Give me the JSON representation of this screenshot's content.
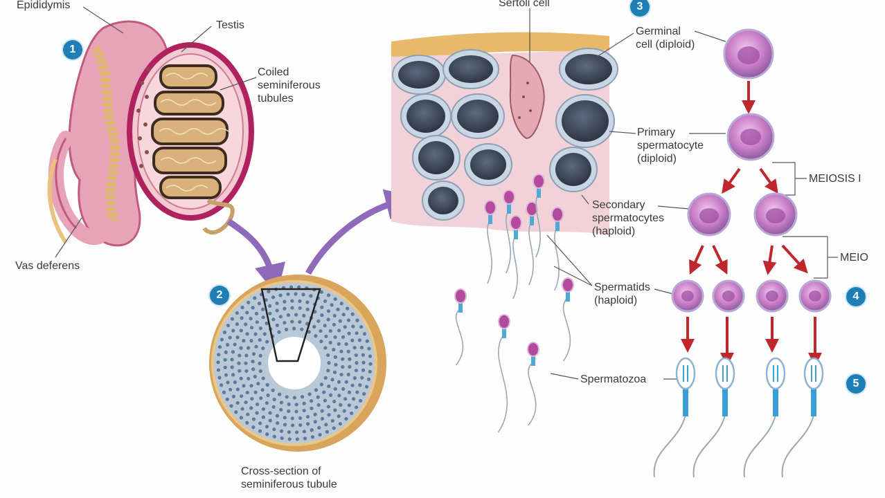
{
  "labels": {
    "epididymis": "Epididymis",
    "testis": "Testis",
    "coiled_tubules": [
      "Coiled",
      "seminiferous",
      "tubules"
    ],
    "vas_deferens": "Vas deferens",
    "cross_section": [
      "Cross-section of",
      "seminiferous tubule"
    ],
    "sertoli_cell": "Sertoli cell",
    "germinal_cell": [
      "Germinal",
      "cell (diploid)"
    ],
    "primary_spermatocyte": [
      "Primary",
      "spermatocyte",
      "(diploid)"
    ],
    "secondary_spermatocytes": [
      "Secondary",
      "spermatocytes",
      "(haploid)"
    ],
    "spermatids": [
      "Spermatids",
      "(haploid)"
    ],
    "spermatozoa": "Spermatozoa",
    "meiosis_1": "MEIOSIS I",
    "meiosis_2": "MEIO"
  },
  "steps": [
    "1",
    "2",
    "3",
    "4",
    "5"
  ],
  "colors": {
    "arrow": "#c0272d",
    "cell": "#c879c4",
    "nucleus": "#8e3f93",
    "badge": "#1f7fb4",
    "tubule": "#d9a45c"
  }
}
